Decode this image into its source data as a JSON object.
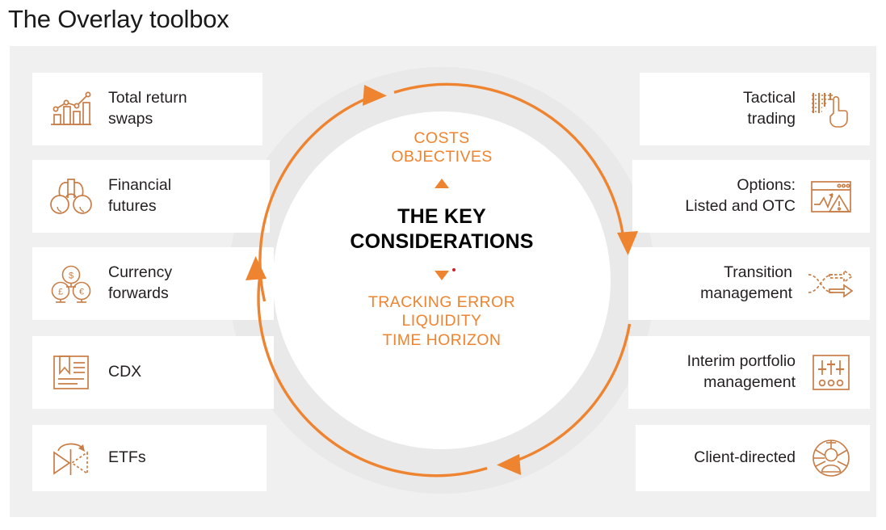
{
  "page": {
    "title": "The Overlay toolbox"
  },
  "colors": {
    "orange": "#ef8430",
    "icon_orange": "#c87d46",
    "panel_grey": "#f0f0f0",
    "ring_grey": "#e9e9e9",
    "text_dark": "#231f20",
    "red_dot": "#cf2027"
  },
  "centre": {
    "inputs_label": "COSTS\nOBJECTIVES",
    "inputs_lines": [
      "COSTS",
      "OBJECTIVES"
    ],
    "title_lines": [
      "THE KEY",
      "CONSIDERATIONS"
    ],
    "outputs_lines": [
      "TRACKING ERROR",
      "LIQUIDITY",
      "TIME HORIZON"
    ],
    "up_arrow": "triangle-up",
    "down_arrow": "triangle-down"
  },
  "cycle": {
    "direction": "clockwise",
    "arrow_count": 4,
    "arrow_labels": [
      "arrow-top-right",
      "arrow-right-down",
      "arrow-bottom-left",
      "arrow-left-up"
    ]
  },
  "left_column": [
    {
      "label_lines": [
        "Total return",
        "swaps"
      ],
      "icon": "bar-chart-trend-icon"
    },
    {
      "label_lines": [
        "Financial",
        "futures"
      ],
      "icon": "binoculars-icon"
    },
    {
      "label_lines": [
        "Currency",
        "forwards"
      ],
      "icon": "currency-coins-icon",
      "icon_symbols": [
        "$",
        "£",
        "€"
      ]
    },
    {
      "label_lines": [
        "CDX"
      ],
      "icon": "document-bookmark-icon"
    },
    {
      "label_lines": [
        "ETFs"
      ],
      "icon": "exchange-arrows-icon"
    }
  ],
  "right_column": [
    {
      "label_lines": [
        "Tactical",
        "trading"
      ],
      "icon": "hand-pointer-data-icon"
    },
    {
      "label_lines": [
        "Options:",
        "Listed and OTC"
      ],
      "icon": "browser-chart-warning-icon"
    },
    {
      "label_lines": [
        "Transition",
        "management"
      ],
      "icon": "crossing-arrows-icon"
    },
    {
      "label_lines": [
        "Interim portfolio",
        "management"
      ],
      "icon": "equalizer-sliders-icon"
    },
    {
      "label_lines": [
        "Client-directed"
      ],
      "icon": "person-target-icon"
    }
  ]
}
